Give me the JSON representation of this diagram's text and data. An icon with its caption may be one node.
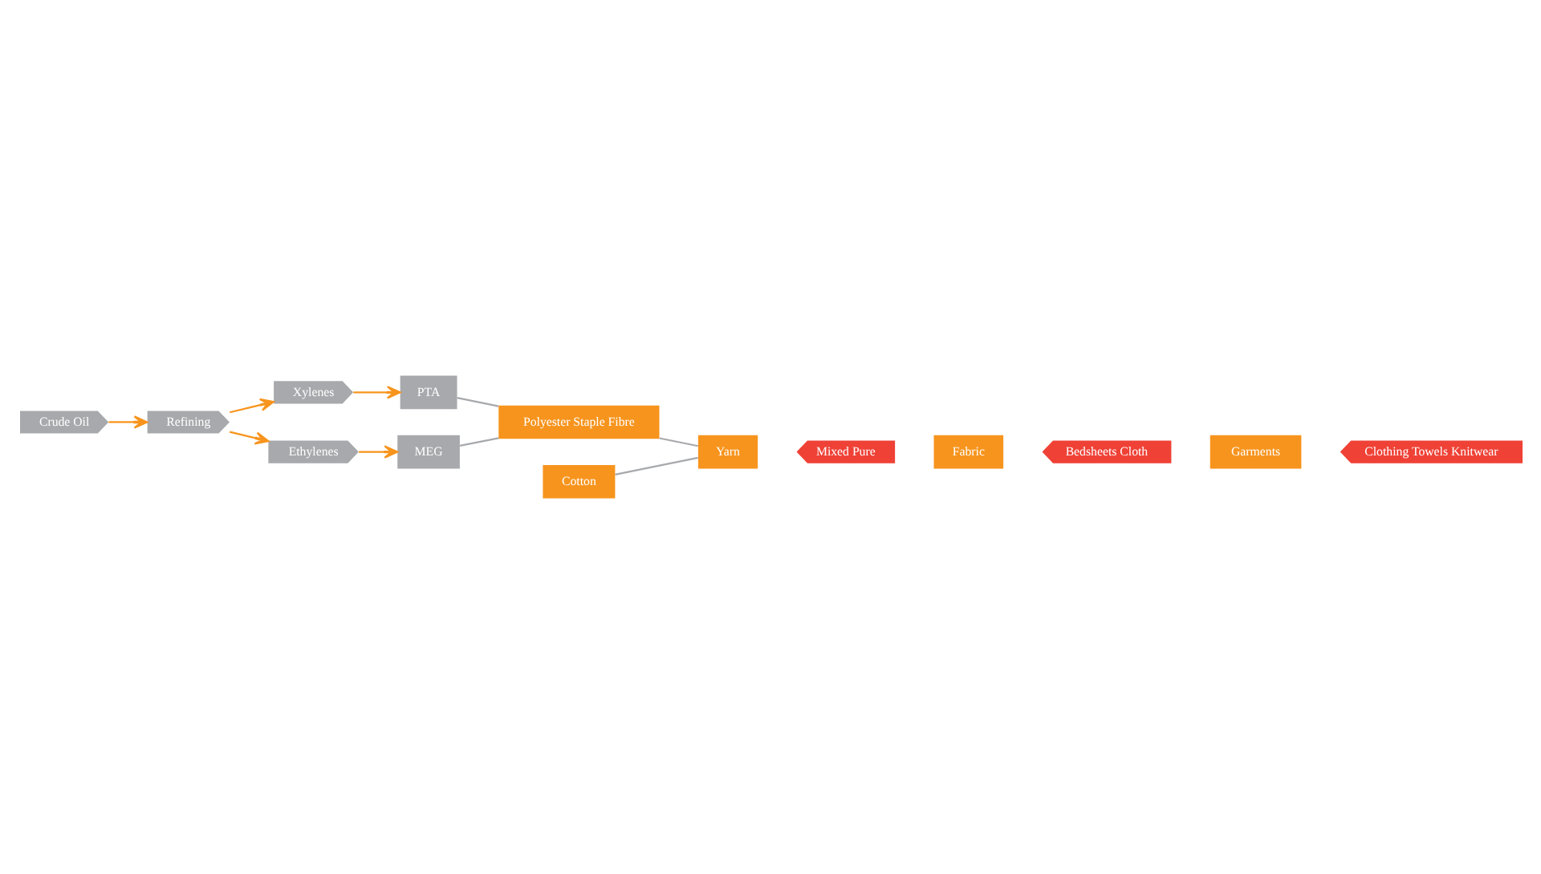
{
  "diagram": {
    "nodes": [
      {
        "text": [
          "Crude Oil"
        ]
      },
      {
        "text": [
          "Refining"
        ]
      },
      {
        "text": [
          "Xylenes"
        ]
      },
      {
        "text": [
          "PTA"
        ]
      },
      {
        "text": [
          "Ethylenes"
        ]
      },
      {
        "text": [
          "MEG"
        ]
      },
      {
        "text": [
          "Polyester Staple Fibre"
        ]
      },
      {
        "text": [
          "Clothing Towels Knitwear"
        ]
      },
      {
        "text": [
          "Garments"
        ]
      },
      {
        "text": [
          "Bedsheets Cloth"
        ]
      },
      {
        "text": [
          "Fabric"
        ]
      },
      {
        "text": [
          "Mixed Pure"
        ]
      },
      {
        "text": [
          "Yarn"
        ]
      },
      {
        "text": [
          "Cotton"
        ]
      }
    ],
    "edges": [
      {
        "from": 0,
        "to": 1,
        "arrow": "to"
      },
      {
        "from": 1,
        "to": 2,
        "arrow": "to"
      },
      {
        "from": 1,
        "to": 4,
        "arrow": "to"
      },
      {
        "from": 2,
        "to": 3,
        "arrow": "to"
      },
      {
        "from": 4,
        "to": 5,
        "arrow": "to"
      },
      {
        "from": 3,
        "to": 6,
        "arrow": "none",
        "color": "#a7a9ac"
      },
      {
        "from": 5,
        "to": 6,
        "arrow": "none",
        "color": "#a7a9ac"
      },
      {
        "from": 6,
        "to": 12,
        "arrow": "none",
        "color": "#a7a9ac"
      },
      {
        "from": 13,
        "to": 12,
        "arrow": "none",
        "color": "#a7a9ac"
      }
    ]
  }
}
